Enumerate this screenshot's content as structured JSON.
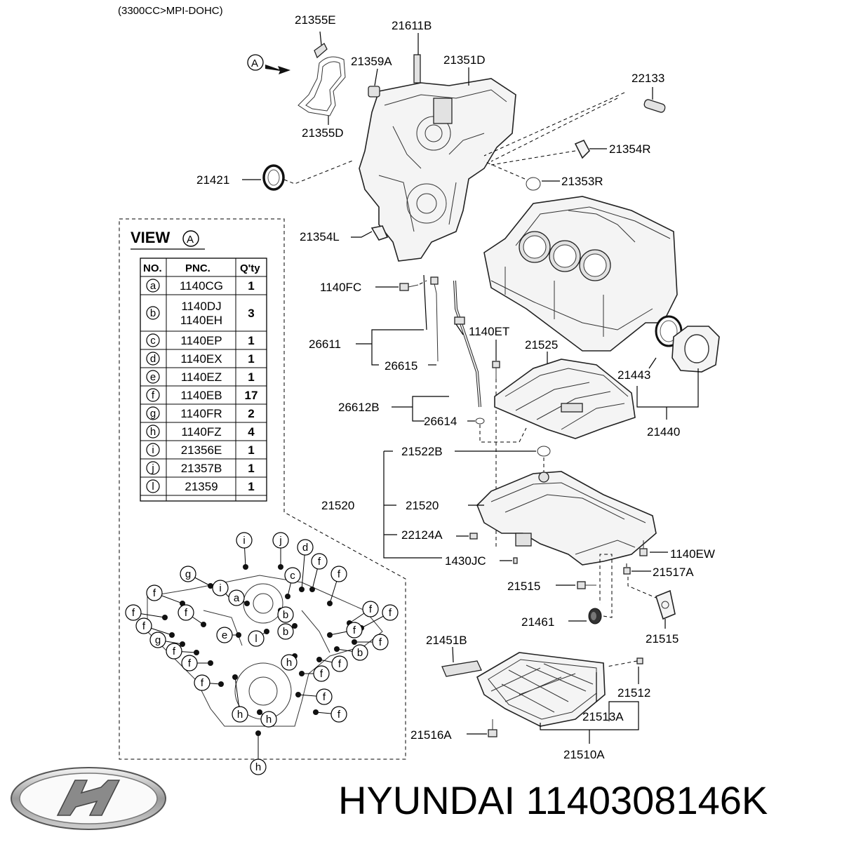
{
  "header": {
    "engine_spec": "(3300CC>MPI-DOHC)"
  },
  "view": {
    "title": "VIEW",
    "marker": "A"
  },
  "arrow_marker": "A",
  "table": {
    "headers": [
      "NO.",
      "PNC.",
      "Q'ty"
    ],
    "rows": [
      {
        "no": "a",
        "pnc": [
          "1140CG"
        ],
        "qty": "1"
      },
      {
        "no": "b",
        "pnc": [
          "1140DJ",
          "1140EH"
        ],
        "qty": "3"
      },
      {
        "no": "c",
        "pnc": [
          "1140EP"
        ],
        "qty": "1"
      },
      {
        "no": "d",
        "pnc": [
          "1140EX"
        ],
        "qty": "1"
      },
      {
        "no": "e",
        "pnc": [
          "1140EZ"
        ],
        "qty": "1"
      },
      {
        "no": "f",
        "pnc": [
          "1140EB"
        ],
        "qty": "17"
      },
      {
        "no": "g",
        "pnc": [
          "1140FR"
        ],
        "qty": "2"
      },
      {
        "no": "h",
        "pnc": [
          "1140FZ"
        ],
        "qty": "4"
      },
      {
        "no": "i",
        "pnc": [
          "21356E"
        ],
        "qty": "1"
      },
      {
        "no": "j",
        "pnc": [
          "21357B"
        ],
        "qty": "1"
      },
      {
        "no": "l",
        "pnc": [
          "21359"
        ],
        "qty": "1"
      }
    ]
  },
  "callouts": {
    "p21355E": "21355E",
    "p21611B": "21611B",
    "p21359A": "21359A",
    "p21351D": "21351D",
    "p22133": "22133",
    "p21355D": "21355D",
    "p21354R": "21354R",
    "p21421": "21421",
    "p21353R": "21353R",
    "p21354L": "21354L",
    "p1140FC": "1140FC",
    "p1140ET": "1140ET",
    "p26611": "26611",
    "p21525": "21525",
    "p26615": "26615",
    "p21443": "21443",
    "p26612B": "26612B",
    "p26614": "26614",
    "p21440": "21440",
    "p21522B": "21522B",
    "p21520a": "21520",
    "p21520b": "21520",
    "p22124A": "22124A",
    "p1140EW": "1140EW",
    "p1430JC": "1430JC",
    "p21517A": "21517A",
    "p21515a": "21515",
    "p21461": "21461",
    "p21515b": "21515",
    "p21451B": "21451B",
    "p21512": "21512",
    "p21513A": "21513A",
    "p21516A": "21516A",
    "p21510A": "21510A"
  },
  "view_bolts": [
    {
      "id": "i1",
      "letter": "i"
    },
    {
      "id": "j1",
      "letter": "j"
    },
    {
      "id": "d1",
      "letter": "d"
    },
    {
      "id": "g1",
      "letter": "g"
    },
    {
      "id": "f1",
      "letter": "f"
    },
    {
      "id": "f2",
      "letter": "f"
    },
    {
      "id": "i2",
      "letter": "i"
    },
    {
      "id": "c1",
      "letter": "c"
    },
    {
      "id": "f3",
      "letter": "f"
    },
    {
      "id": "a1",
      "letter": "a"
    },
    {
      "id": "f4",
      "letter": "f"
    },
    {
      "id": "f5",
      "letter": "f"
    },
    {
      "id": "b1",
      "letter": "b"
    },
    {
      "id": "f6",
      "letter": "f"
    },
    {
      "id": "f7",
      "letter": "f"
    },
    {
      "id": "b2",
      "letter": "b"
    },
    {
      "id": "f8",
      "letter": "f"
    },
    {
      "id": "g2",
      "letter": "g"
    },
    {
      "id": "e1",
      "letter": "e"
    },
    {
      "id": "l1",
      "letter": "l"
    },
    {
      "id": "f9",
      "letter": "f"
    },
    {
      "id": "f10",
      "letter": "f"
    },
    {
      "id": "b3",
      "letter": "b"
    },
    {
      "id": "f11",
      "letter": "f"
    },
    {
      "id": "h1",
      "letter": "h"
    },
    {
      "id": "f12",
      "letter": "f"
    },
    {
      "id": "f13",
      "letter": "f"
    },
    {
      "id": "f14",
      "letter": "f"
    },
    {
      "id": "f15",
      "letter": "f"
    },
    {
      "id": "f16",
      "letter": "f"
    },
    {
      "id": "h2",
      "letter": "h"
    },
    {
      "id": "h3",
      "letter": "h"
    },
    {
      "id": "f17",
      "letter": "f"
    },
    {
      "id": "h4",
      "letter": "h"
    }
  ],
  "footer": {
    "brand_part": "HYUNDAI 1140308146K"
  },
  "logo": {
    "name": "hyundai-logo-icon"
  }
}
